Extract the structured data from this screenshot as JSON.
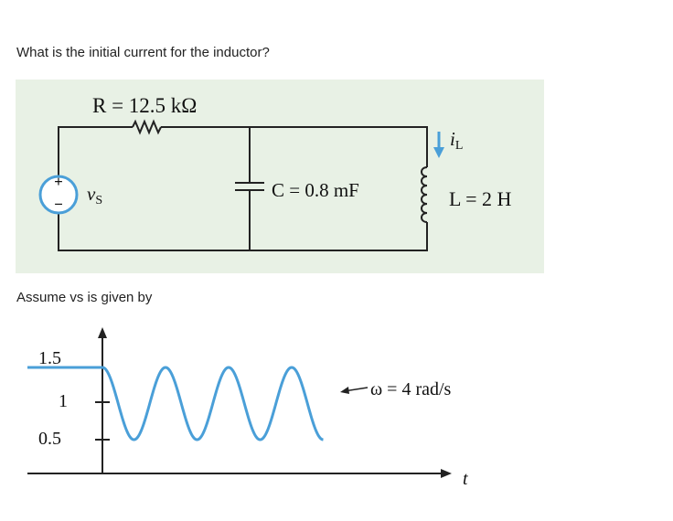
{
  "question": "What is the initial current for the inductor?",
  "circuit": {
    "resistor_label": "R = 12.5 kΩ",
    "source_plus": "+",
    "source_minus": "−",
    "source_label_main": "v",
    "source_label_sub": "S",
    "capacitor_label": "C = 0.8 mF",
    "current_label_main": "i",
    "current_label_sub": "L",
    "inductor_label": "L = 2 H",
    "accent_color": "#4a9fd8",
    "background_color": "#e8f1e5"
  },
  "assume_text": "Assume vs is given by",
  "graph": {
    "y_tick_labels": [
      "1.5",
      "1",
      "0.5"
    ],
    "omega_label": "ω = 4 rad/s",
    "t_axis_label": "t",
    "y_values": [
      1.5,
      1,
      0.5
    ],
    "angular_frequency": 4,
    "wave_color": "#4a9fd8"
  }
}
